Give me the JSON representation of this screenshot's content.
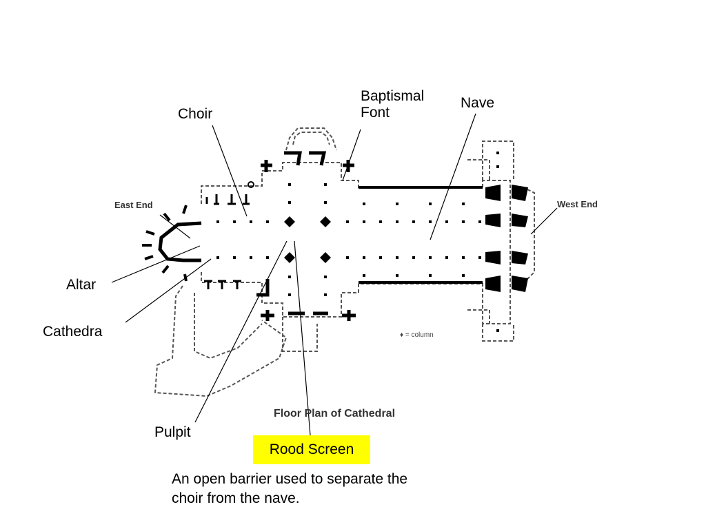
{
  "labels": {
    "baptismal_font_line1": "Baptismal",
    "baptismal_font_line2": "Font",
    "nave": "Nave",
    "choir": "Choir",
    "altar": "Altar",
    "cathedra": "Cathedra",
    "pulpit": "Pulpit",
    "rood_screen": "Rood Screen"
  },
  "plan": {
    "east_end": "East End",
    "west_end": "West End",
    "legend": "♦ = column",
    "caption": "Floor Plan of Cathedral"
  },
  "definition": "An open barrier used to separate the\nchoir from the nave.",
  "colors": {
    "highlight": "#ffff00"
  }
}
